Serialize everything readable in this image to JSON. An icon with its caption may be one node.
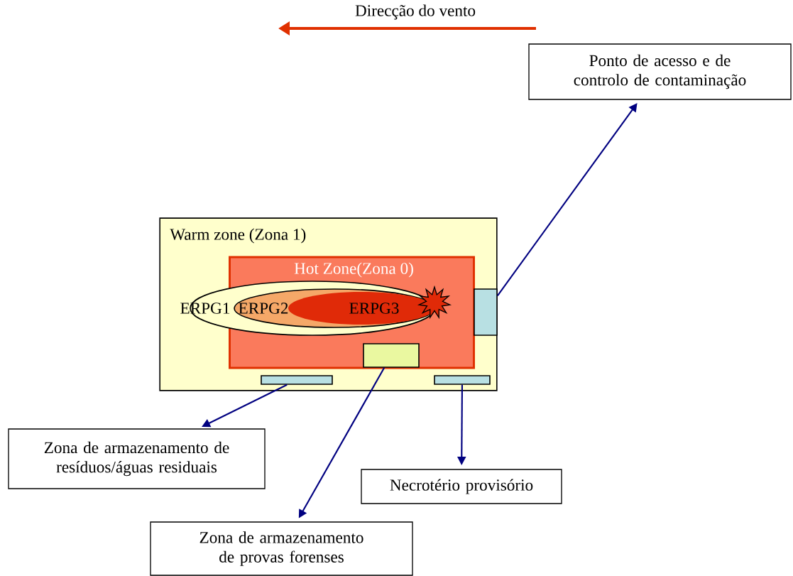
{
  "diagram": {
    "nodes": [
      {
        "text": [
          "Warm zone (Zona 1)"
        ]
      },
      {
        "text": [
          "Hot Zone(Zona 0)"
        ],
        "in": 0
      },
      {
        "text": [
          "ERPG1"
        ],
        "in": 1
      },
      {
        "text": [
          "ERPG2"
        ],
        "in": 2
      },
      {
        "text": [
          "ERPG3"
        ],
        "in": 3
      },
      {
        "text": [],
        "shape": "box",
        "in": 0
      },
      {
        "text": [],
        "shape": "box",
        "in": 1
      },
      {
        "text": [],
        "shape": "box",
        "in": 0
      },
      {
        "text": [],
        "shape": "box",
        "in": 0
      },
      {
        "text": [
          "Ponto de acesso e de controlo de contaminação"
        ]
      },
      {
        "text": [
          "Zona de armazenamento de resíduos/águas residuais"
        ]
      },
      {
        "text": [
          "Necrotério provisório"
        ]
      },
      {
        "text": [
          "Zona de armazenamento de provas forenses"
        ]
      }
    ],
    "edges": [
      {
        "from": 5,
        "to": 9,
        "arrow": "to"
      },
      {
        "from": 7,
        "to": 10,
        "arrow": "to"
      },
      {
        "from": 6,
        "to": 12,
        "arrow": "to"
      },
      {
        "from": 8,
        "to": 11,
        "arrow": "to"
      }
    ],
    "labels": [
      "Direcção do vento"
    ]
  }
}
